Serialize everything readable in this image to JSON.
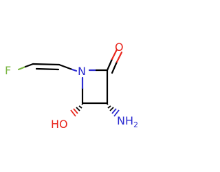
{
  "molecule": {
    "colors": {
      "carbon_bond": "#000000",
      "fluorine": "#7ab642",
      "oxygen": "#e8251c",
      "nitrogen": "#2b2bd0"
    },
    "atoms": {
      "fluorine": "F",
      "carbonyl_oxygen": "O",
      "ring_nitrogen": "N",
      "amino_n": "NH",
      "amino_sub": "2",
      "hydroxyl": "HO"
    },
    "stereo": {
      "c4_hydroxyl_bond": "hashed-wedge",
      "c3_amino_bond": "hashed-wedge"
    }
  }
}
